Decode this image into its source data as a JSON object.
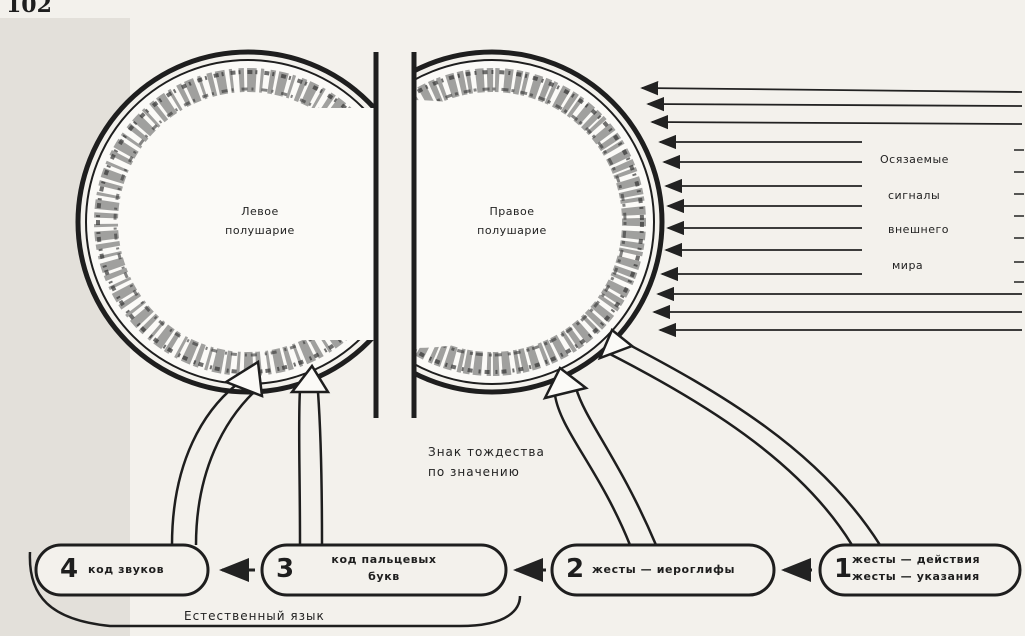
{
  "page_number": "102",
  "hemispheres": {
    "left": {
      "line1": "Левое",
      "line2": "полушарие"
    },
    "right": {
      "line1": "Правое",
      "line2": "полушарие"
    }
  },
  "signals": [
    "Осязаемые",
    "сигналы",
    "внешнего",
    "мира"
  ],
  "identity_sign": {
    "line1": "Знак тождества",
    "line2": "по значению"
  },
  "stages": [
    {
      "num": "4",
      "line1": "код звуков",
      "line2": ""
    },
    {
      "num": "3",
      "line1": "код пальцевых",
      "line2": "букв"
    },
    {
      "num": "2",
      "line1": "жесты — иероглифы",
      "line2": ""
    },
    {
      "num": "1",
      "line1": "жесты — действия",
      "line2": "жесты — указания"
    }
  ],
  "natural_language": "Естественный язык"
}
